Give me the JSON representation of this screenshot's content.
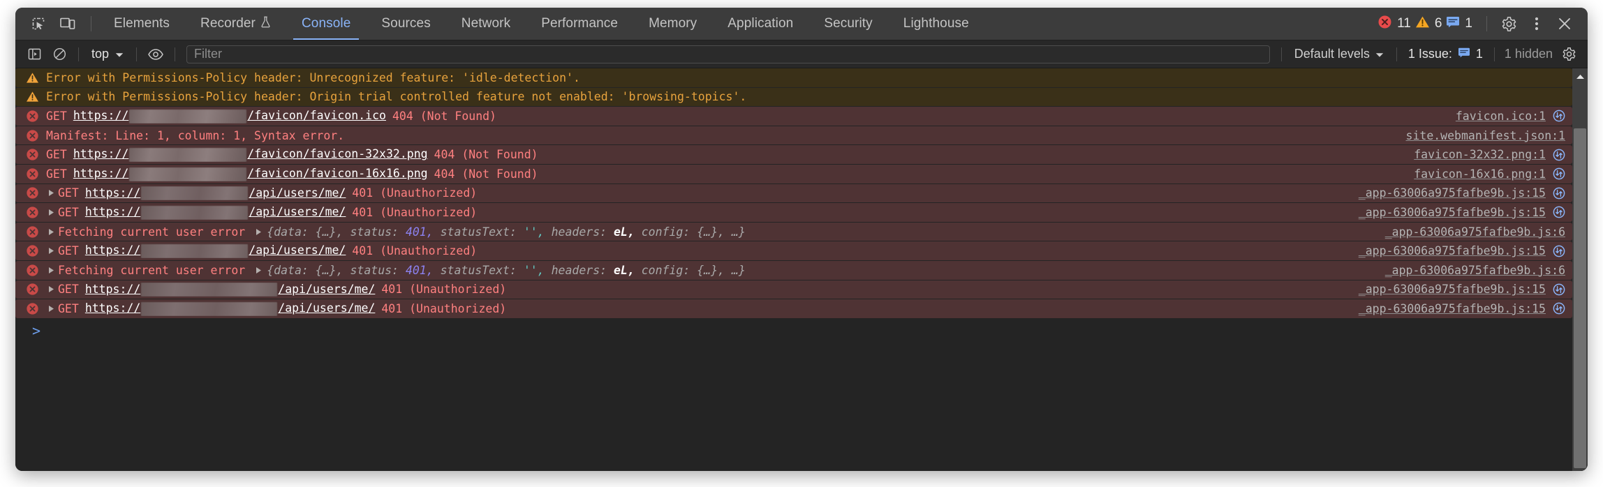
{
  "tabbar": {
    "inspect_icon": "inspect-element-icon",
    "device_icon": "device-toolbar-icon",
    "tabs": [
      {
        "label": "Elements",
        "active": false,
        "icon": null
      },
      {
        "label": "Recorder",
        "active": false,
        "icon": "flask-icon"
      },
      {
        "label": "Console",
        "active": true,
        "icon": null
      },
      {
        "label": "Sources",
        "active": false,
        "icon": null
      },
      {
        "label": "Network",
        "active": false,
        "icon": null
      },
      {
        "label": "Performance",
        "active": false,
        "icon": null
      },
      {
        "label": "Memory",
        "active": false,
        "icon": null
      },
      {
        "label": "Application",
        "active": false,
        "icon": null
      },
      {
        "label": "Security",
        "active": false,
        "icon": null
      },
      {
        "label": "Lighthouse",
        "active": false,
        "icon": null
      }
    ],
    "counts": {
      "errors": "11",
      "warnings": "6",
      "info": "1"
    },
    "settings_icon": "gear-icon",
    "more_icon": "kebab-menu-icon",
    "close_icon": "close-icon"
  },
  "filterbar": {
    "sidebar_icon": "console-sidebar-icon",
    "clear_icon": "clear-console-icon",
    "context": "top",
    "context_caret": "▾",
    "eye_icon": "live-expression-eye-icon",
    "filter_placeholder": "Filter",
    "filter_value": "",
    "levels_label": "Default levels",
    "levels_caret": "▾",
    "issues_label": "1 Issue:",
    "issues_count": "1",
    "hidden_label": "1 hidden",
    "settings_icon": "console-settings-gear-icon"
  },
  "console": {
    "rows": [
      {
        "level": "warn",
        "icon": "warning-triangle-icon",
        "text": "Error with Permissions-Policy header: Unrecognized feature: 'idle-detection'.",
        "source": null
      },
      {
        "level": "warn",
        "icon": "warning-triangle-icon",
        "text": "Error with Permissions-Policy header: Origin trial controlled feature not enabled: 'browsing-topics'.",
        "source": null
      },
      {
        "level": "err",
        "icon": "error-circle-icon",
        "expandable": false,
        "method": "GET",
        "url_prefix": "https://",
        "url_redacted": true,
        "redact_width": 168,
        "url_suffix": "/favicon/favicon.ico",
        "status": "404",
        "status_text": "(Not Found)",
        "source": "favicon.ico:1",
        "network_icon": true
      },
      {
        "level": "err",
        "icon": "error-circle-icon",
        "expandable": false,
        "text": "Manifest: Line: 1, column: 1, Syntax error.",
        "source": "site.webmanifest.json:1",
        "network_icon": false
      },
      {
        "level": "err",
        "icon": "error-circle-icon",
        "expandable": false,
        "method": "GET",
        "url_prefix": "https://",
        "url_redacted": true,
        "redact_width": 168,
        "url_suffix": "/favicon/favicon-32x32.png",
        "status": "404",
        "status_text": "(Not Found)",
        "source": "favicon-32x32.png:1",
        "network_icon": true
      },
      {
        "level": "err",
        "icon": "error-circle-icon",
        "expandable": false,
        "method": "GET",
        "url_prefix": "https://",
        "url_redacted": true,
        "redact_width": 168,
        "url_suffix": "/favicon/favicon-16x16.png",
        "status": "404",
        "status_text": "(Not Found)",
        "source": "favicon-16x16.png:1",
        "network_icon": true
      },
      {
        "level": "err",
        "icon": "error-circle-icon",
        "expandable": true,
        "method": "GET",
        "url_prefix": "https://",
        "url_redacted": true,
        "redact_width": 153,
        "url_suffix": "/api/users/me/",
        "status": "401",
        "status_text": "(Unauthorized)",
        "source": "_app-63006a975fafbe9b.js:15",
        "network_icon": true
      },
      {
        "level": "err",
        "icon": "error-circle-icon",
        "expandable": true,
        "method": "GET",
        "url_prefix": "https://",
        "url_redacted": true,
        "redact_width": 153,
        "url_suffix": "/api/users/me/",
        "status": "401",
        "status_text": "(Unauthorized)",
        "source": "_app-63006a975fafbe9b.js:15",
        "network_icon": true
      },
      {
        "level": "err",
        "icon": "error-circle-icon",
        "expandable": true,
        "text": "Fetching current user error",
        "object_preview": {
          "open": "{",
          "entries": [
            {
              "key": "data:",
              "value": "{…},",
              "type": "obj"
            },
            {
              "key": "status:",
              "value": "401,",
              "type": "num"
            },
            {
              "key": "statusText:",
              "value": "'',",
              "type": "str"
            },
            {
              "key": "headers:",
              "value": "eL,",
              "type": "cls"
            },
            {
              "key": "config:",
              "value": "{…},",
              "type": "obj"
            }
          ],
          "ellipsis": "…}"
        },
        "source": "_app-63006a975fafbe9b.js:6",
        "network_icon": false
      },
      {
        "level": "err",
        "icon": "error-circle-icon",
        "expandable": true,
        "method": "GET",
        "url_prefix": "https://",
        "url_redacted": true,
        "redact_width": 153,
        "url_suffix": "/api/users/me/",
        "status": "401",
        "status_text": "(Unauthorized)",
        "source": "_app-63006a975fafbe9b.js:15",
        "network_icon": true
      },
      {
        "level": "err",
        "icon": "error-circle-icon",
        "expandable": true,
        "text": "Fetching current user error",
        "object_preview": {
          "open": "{",
          "entries": [
            {
              "key": "data:",
              "value": "{…},",
              "type": "obj"
            },
            {
              "key": "status:",
              "value": "401,",
              "type": "num"
            },
            {
              "key": "statusText:",
              "value": "'',",
              "type": "str"
            },
            {
              "key": "headers:",
              "value": "eL,",
              "type": "cls"
            },
            {
              "key": "config:",
              "value": "{…},",
              "type": "obj"
            }
          ],
          "ellipsis": "…}"
        },
        "source": "_app-63006a975fafbe9b.js:6",
        "network_icon": false
      },
      {
        "level": "err",
        "icon": "error-circle-icon",
        "expandable": true,
        "method": "GET",
        "url_prefix": "https://",
        "url_redacted": true,
        "redact_width": 195,
        "url_suffix": "/api/users/me/",
        "status": "401",
        "status_text": "(Unauthorized)",
        "source": "_app-63006a975fafbe9b.js:15",
        "network_icon": true
      },
      {
        "level": "err",
        "icon": "error-circle-icon",
        "expandable": true,
        "method": "GET",
        "url_prefix": "https://",
        "url_redacted": true,
        "redact_width": 195,
        "url_suffix": "/api/users/me/",
        "status": "401",
        "status_text": "(Unauthorized)",
        "source": "_app-63006a975fafbe9b.js:15",
        "network_icon": true
      }
    ],
    "prompt_caret": ">",
    "prompt_value": ""
  },
  "colors": {
    "error_bg": "#4f3334",
    "error_text": "#ff8080",
    "warn_bg": "#3a3018",
    "warn_text": "#e8a33d",
    "accent_blue": "#8ab4f8",
    "panel_bg": "#242424",
    "toolbar_bg": "#282828",
    "tabbar_bg": "#3c3c3c"
  },
  "scrollbar": {
    "up_arrow_icon": "scroll-up-arrow-icon"
  }
}
